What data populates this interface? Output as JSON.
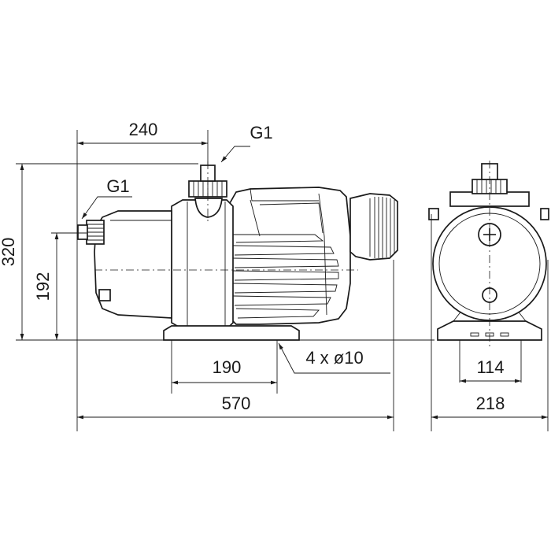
{
  "dimensions": {
    "inlet_to_outlet": "240",
    "height_total": "320",
    "inlet_height": "192",
    "foot_spacing": "190",
    "length_total": "570",
    "foot_width": "114",
    "width_total": "218",
    "mounting_holes": "4 x ø10"
  },
  "connections": {
    "outlet": "G1",
    "inlet": "G1"
  }
}
